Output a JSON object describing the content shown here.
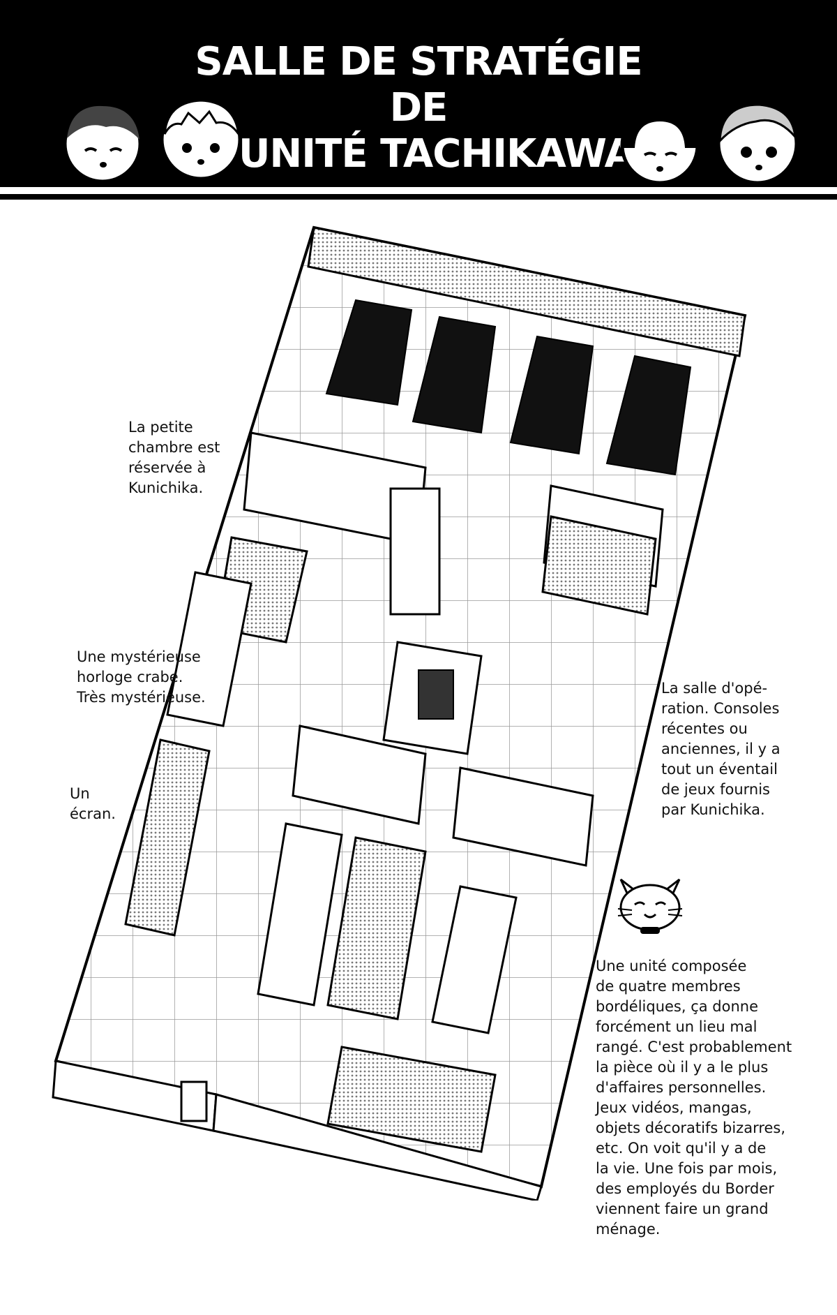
{
  "header": {
    "title_line1": "SALLE DE STRATÉGIE DE",
    "title_line2": "L'UNITÉ TACHIKAWA"
  },
  "notes": {
    "bedroom": "La petite\nchambre est\nréservée à\nKunichika.",
    "crab_clock": "Une mystérieuse\nhorloge crabe.\nTrès mystérieuse.",
    "screen": "Un\nécran.",
    "operation_room": "La salle d'opé-\nration. Consoles\nrécentes ou\nanciennes, il y a\ntout un éventail\nde jeux fournis\npar Kunichika.",
    "unit": "Une unité composée\nde quatre membres\nbordéliques, ça donne\nforcément un lieu mal\nrangé. C'est probablement\nla pièce où il y a le plus\nd'affaires personnelles.\nJeux vidéos, mangas,\nobjets décoratifs bizarres,\netc. On voit qu'il y a de\nla vie. Une fois par mois,\ndes employés du Border\nviennent faire un grand\nménage."
  },
  "colors": {
    "ink": "#000000",
    "paper": "#ffffff",
    "screentone": "#9a9a9a"
  }
}
